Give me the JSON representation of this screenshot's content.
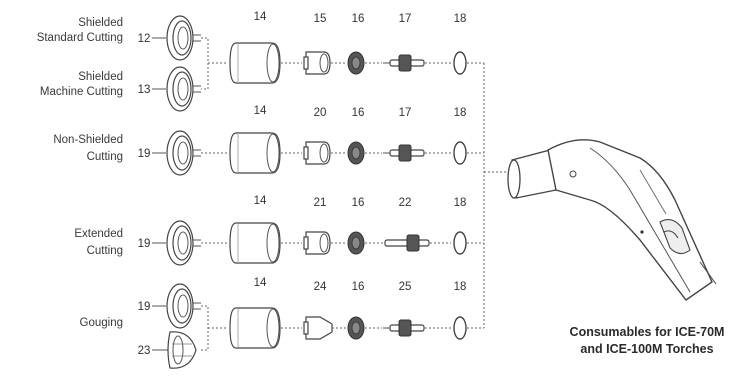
{
  "row_labels": {
    "shielded_standard": [
      "Shielded",
      "Standard Cutting"
    ],
    "shielded_machine": [
      "Shielded",
      "Machine Cutting"
    ],
    "non_shielded": [
      "Non-Shielded",
      "Cutting"
    ],
    "extended": [
      "Extended",
      "Cutting"
    ],
    "gouging": "Gouging"
  },
  "part_numbers": {
    "row1": {
      "shield_a": "12",
      "shield_b": "13",
      "cup": "14",
      "tip": "15",
      "ring": "16",
      "electrode": "17",
      "oring": "18"
    },
    "row2": {
      "shield": "19",
      "cup": "14",
      "tip": "20",
      "ring": "16",
      "electrode": "17",
      "oring": "18"
    },
    "row3": {
      "shield": "19",
      "cup": "14",
      "tip": "21",
      "ring": "16",
      "electrode": "22",
      "oring": "18"
    },
    "row4": {
      "shield_a": "19",
      "shield_b": "23",
      "cup": "14",
      "tip": "24",
      "ring": "16",
      "electrode": "25",
      "oring": "18"
    }
  },
  "caption": [
    "Consumables for ICE-70M",
    "and ICE-100M Torches"
  ]
}
